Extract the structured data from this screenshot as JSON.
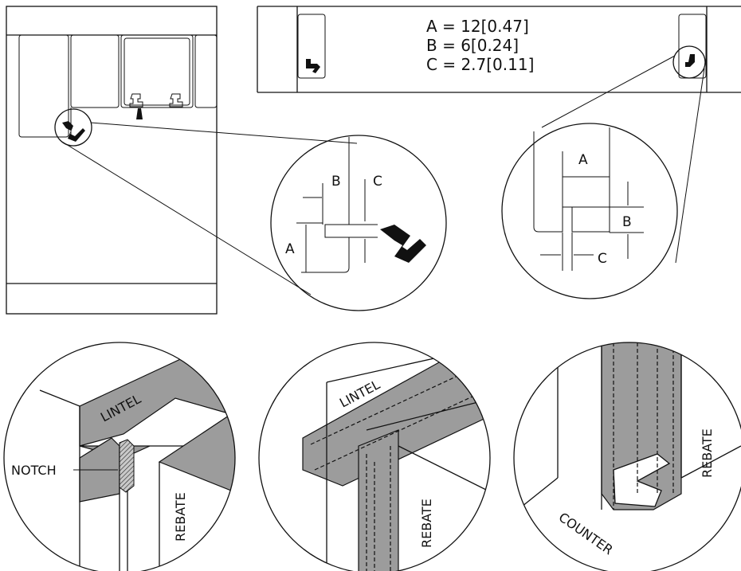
{
  "dimension_table": {
    "a": "A = 12[0.47]",
    "b": "B = 6[0.24]",
    "c": "C = 2.7[0.11]"
  },
  "dim_letters": {
    "a": "A",
    "b": "B",
    "c": "C"
  },
  "callouts": {
    "lintel": "LINTEL",
    "notch": "NOTCH",
    "rebate": "REBATE",
    "counter": "COUNTER"
  }
}
